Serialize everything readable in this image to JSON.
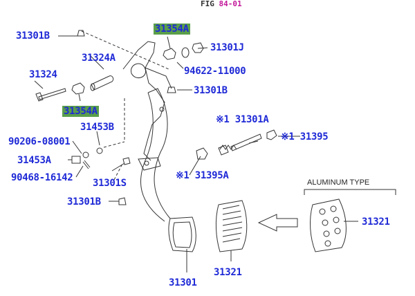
{
  "figure": {
    "prefix": "FIG",
    "number": "84-01"
  },
  "variant_label": "ALUMINUM TYPE",
  "labels": {
    "p31301B_a": "31301B",
    "p31354A_a": "31354A",
    "p31301J": "31301J",
    "p31324A": "31324A",
    "p94622": "94622-11000",
    "p31324": "31324",
    "p31301B_b": "31301B",
    "p31354A_b": "31354A",
    "p31453B": "31453B",
    "p31301A": "※1 31301A",
    "p90206": "90206-08001",
    "p31395": "※1 31395",
    "p31453A": "31453A",
    "p90468": "90468-16142",
    "p31301S": "31301S",
    "p31395A": "※1 31395A",
    "p31301B_c": "31301B",
    "p31321_a": "31321",
    "p31301": "31301",
    "p31321_b": "31321"
  },
  "colors": {
    "label": "#1f2ad6",
    "highlight": "#5a9e4b",
    "figure_number": "#c2189a",
    "line": "#333333"
  }
}
